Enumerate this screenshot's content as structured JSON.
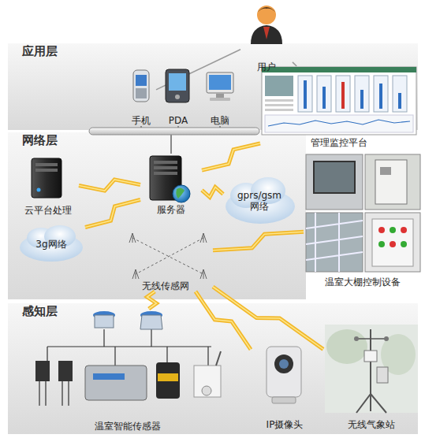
{
  "diagram": {
    "nodes": [
      {
        "text": [
          "应用层"
        ]
      },
      {
        "text": [
          "用户"
        ]
      },
      {
        "text": [
          "手机"
        ],
        "in": 0
      },
      {
        "text": [
          "PDA"
        ],
        "in": 0
      },
      {
        "text": [
          "电脑"
        ],
        "in": 0
      },
      {
        "text": [
          "管理监控平台"
        ]
      },
      {
        "text": [
          "网络层"
        ]
      },
      {
        "text": [
          "云平台处理"
        ],
        "in": 6
      },
      {
        "text": [
          "服务器"
        ],
        "in": 6
      },
      {
        "text": [
          "gprs/gsm 网络"
        ],
        "in": 6
      },
      {
        "text": [
          "3g网络"
        ],
        "in": 6
      },
      {
        "text": [
          "无线传感网"
        ],
        "in": 6
      },
      {
        "text": [
          "温室大棚控制设备"
        ]
      },
      {
        "text": [
          "感知层"
        ]
      },
      {
        "text": [
          "温室智能传感器"
        ],
        "in": 13
      },
      {
        "text": [
          "IP摄像头"
        ],
        "in": 13
      },
      {
        "text": [
          "无线气象站"
        ],
        "in": 13
      }
    ],
    "edges": [
      {
        "from": 1,
        "to": 2,
        "arrow": "none"
      },
      {
        "from": 1,
        "to": 5,
        "arrow": "none"
      },
      {
        "from": 2,
        "to": 8,
        "arrow": "none"
      },
      {
        "from": 3,
        "to": 8,
        "arrow": "none"
      },
      {
        "from": 4,
        "to": 8,
        "arrow": "none"
      },
      {
        "from": 8,
        "to": 7,
        "arrow": "none"
      },
      {
        "from": 8,
        "to": 9,
        "arrow": "none"
      },
      {
        "from": 10,
        "to": 8,
        "arrow": "none"
      },
      {
        "from": 8,
        "to": 5,
        "arrow": "none"
      },
      {
        "from": 11,
        "to": 12,
        "arrow": "none"
      },
      {
        "from": 11,
        "to": 14,
        "arrow": "none"
      },
      {
        "from": 11,
        "to": 15,
        "arrow": "none"
      },
      {
        "from": 11,
        "to": 16,
        "arrow": "none"
      }
    ]
  }
}
